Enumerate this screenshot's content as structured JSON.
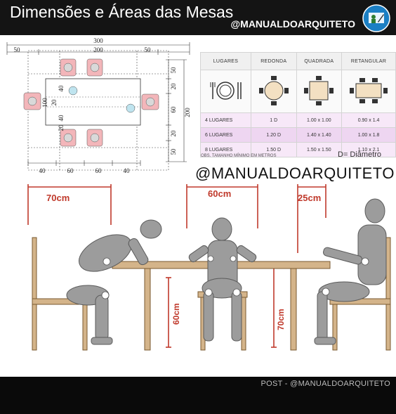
{
  "header": {
    "title": "Dimensões e Áreas das Mesas",
    "handle": "@MANUALDOARQUITETO"
  },
  "plan": {
    "top_total": "300",
    "top_left": "50",
    "top_mid": "200",
    "top_right": "50",
    "right_total": "200",
    "right_seg1": "50",
    "right_seg2": "20",
    "right_seg3": "60",
    "right_seg4": "20",
    "right_seg5": "50",
    "inner_100": "100",
    "inner_20a": "20",
    "inner_20b": "20",
    "inner_40a": "40",
    "inner_40b": "40",
    "bottom_40a": "40",
    "bottom_60a": "60",
    "bottom_60b": "60",
    "bottom_40b": "40"
  },
  "table": {
    "headers": [
      "LUGARES",
      "REDONDA",
      "QUADRADA",
      "RETANGULAR"
    ],
    "rows": [
      [
        "4 LUGARES",
        "1 D",
        "1.00 x 1.00",
        "0.90 x 1.4"
      ],
      [
        "6 LUGARES",
        "1.20 D",
        "1.40 x 1.40",
        "1.00 x 1.8"
      ],
      [
        "8 LUGARES",
        "1.50 D",
        "1.50 x 1.50",
        "1.10 x 2.1"
      ]
    ],
    "note": "OBS. TAMANHO MÍNIMO EM METROS",
    "diameter": "D= Diâmetro"
  },
  "watermark_handle": "@MANUALDOARQUITETO",
  "scene": {
    "dim_70": "70cm",
    "dim_60": "60cm",
    "dim_25": "25cm",
    "height_60": "60cm",
    "height_70": "70cm"
  },
  "footer": {
    "text": "POST - @MANUALDOARQUITETO"
  },
  "colors": {
    "header_bg": "#141414",
    "dimension_red": "#c0392b",
    "table_wood": "#d4b48a",
    "mannequin": "#9c9c9c",
    "pink_row": "#eed6f1"
  }
}
